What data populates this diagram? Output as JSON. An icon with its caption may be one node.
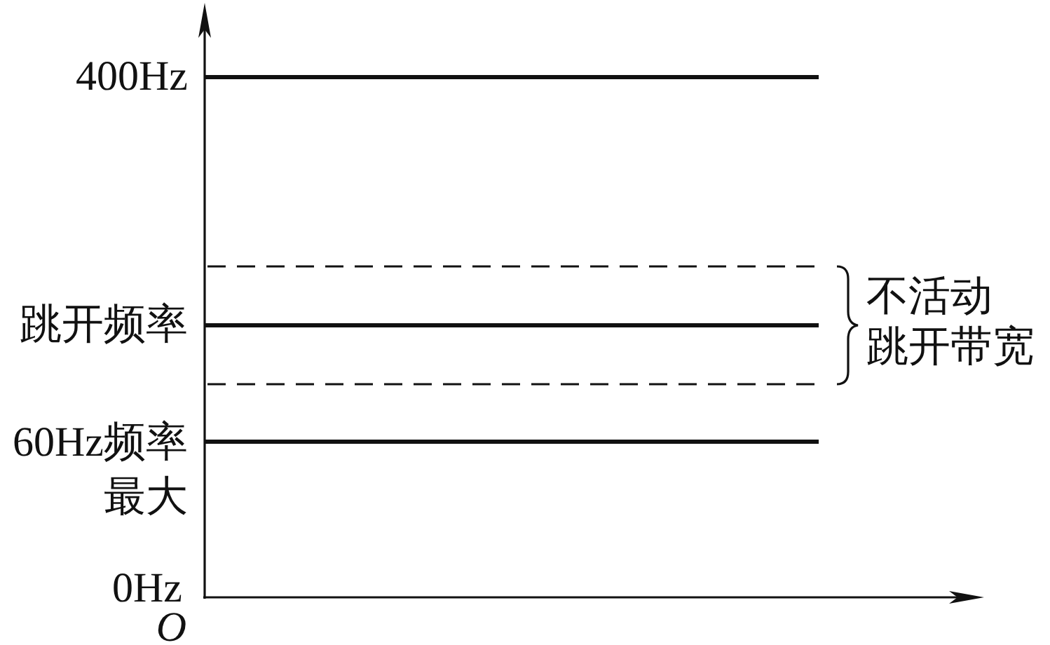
{
  "diagram": {
    "labels": [
      "400Hz",
      "跳开频率",
      "不活动跳开带宽",
      "60Hz频率最大",
      "0Hz",
      "O"
    ]
  }
}
